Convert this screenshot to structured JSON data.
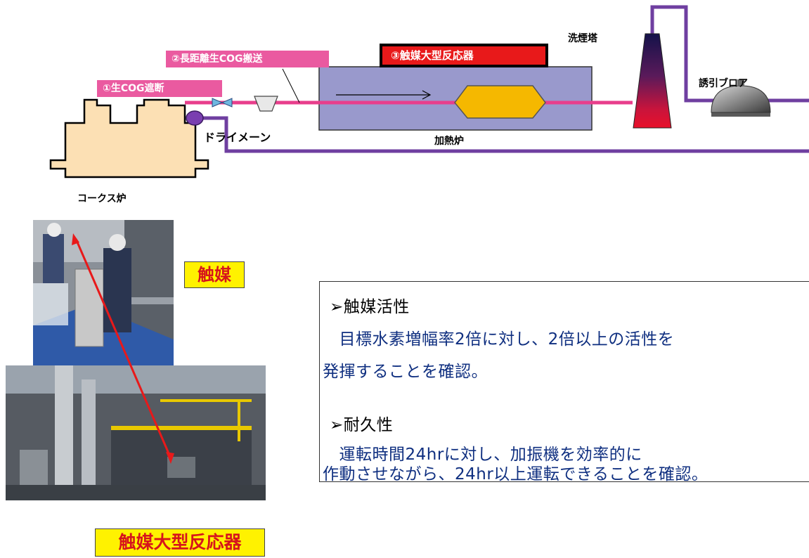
{
  "diagram": {
    "tag1": "①生COG遮断",
    "tag2": "②長距離生COG搬送",
    "tag3": "③触媒大型反応器",
    "cleaning_tower": "洗煙塔",
    "induced_blower": "誘引ブロア",
    "dry_main": "ドライメーン",
    "heating_furnace": "加熱炉",
    "coke_oven": "コークス炉"
  },
  "photos": {
    "catalyst_label": "触媒",
    "reactor_label": "触媒大型反応器"
  },
  "results": {
    "activity_heading": "➢触媒活性",
    "activity_line1": "　目標水素増幅率2倍に対し、2倍以上の活性を",
    "activity_line2": "発揮することを確認。",
    "durability_heading": "➢耐久性",
    "durability_line1": "　運転時間24hrに対し、加振機を効率的に",
    "durability_line2": "作動させながら、24hr以上運転できることを確認。"
  },
  "colors": {
    "pink_line": "#e83e8c",
    "purple_line": "#6f3fa0",
    "furnace_fill": "#9999cc",
    "coke_oven_fill": "#fce0b4",
    "reactor_fill": "#f5b800",
    "result_text": "#0f2f80",
    "label_yellow": "#fff200",
    "label_red_text": "#d6141c"
  }
}
